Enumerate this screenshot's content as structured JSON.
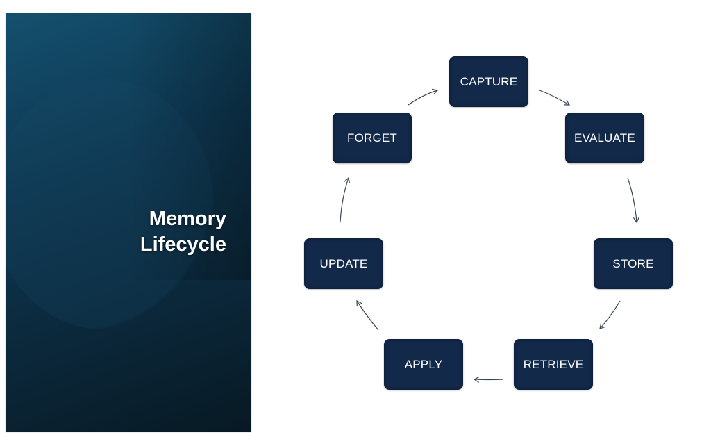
{
  "title_panel": {
    "line1": "Memory",
    "line2": "Lifecycle"
  },
  "cycle": {
    "nodes": [
      {
        "id": "capture",
        "label": "CAPTURE"
      },
      {
        "id": "evaluate",
        "label": "EVALUATE"
      },
      {
        "id": "store",
        "label": "STORE"
      },
      {
        "id": "retrieve",
        "label": "RETRIEVE"
      },
      {
        "id": "apply",
        "label": "APPLY"
      },
      {
        "id": "update",
        "label": "UPDATE"
      },
      {
        "id": "forget",
        "label": "FORGET"
      }
    ],
    "edges": [
      {
        "from": "capture",
        "to": "evaluate"
      },
      {
        "from": "evaluate",
        "to": "store"
      },
      {
        "from": "store",
        "to": "retrieve"
      },
      {
        "from": "retrieve",
        "to": "apply"
      },
      {
        "from": "apply",
        "to": "update"
      },
      {
        "from": "update",
        "to": "forget"
      },
      {
        "from": "forget",
        "to": "capture"
      }
    ]
  },
  "colors": {
    "node_fill": "#12294a",
    "node_text": "#ffffff",
    "arrow": "#3a4656",
    "panel_dark": "#071923",
    "panel_light": "#14506e"
  }
}
